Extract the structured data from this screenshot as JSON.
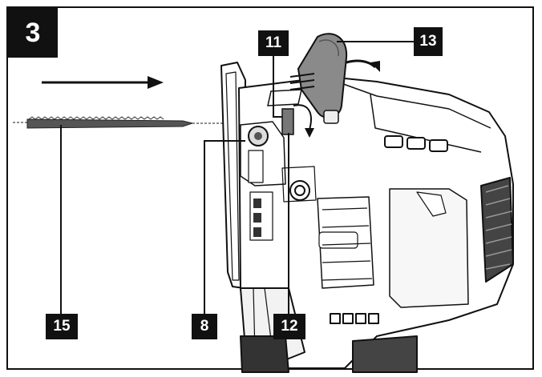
{
  "figure": {
    "number": "3"
  },
  "labels": {
    "blade": "15",
    "lever": "13",
    "clamp_lock": "11",
    "roller": "8",
    "holder": "12"
  },
  "colors": {
    "ink": "#111111",
    "lever": "#8a8a8a",
    "body_light": "#f2f2f2"
  },
  "icons": [
    "direction-arrow-icon",
    "rotation-arrow-icon"
  ]
}
